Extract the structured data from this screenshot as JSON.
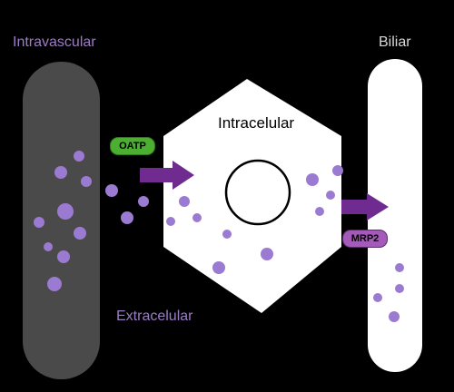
{
  "labels": {
    "intravascular": "Intravascular",
    "intracelular": "Intracelular",
    "extracelular": "Extracelular",
    "biliar": "Biliar"
  },
  "transporters": {
    "oatp": "OATP",
    "mrp2": "MRP2"
  },
  "colors": {
    "background": "#000000",
    "vessel": "#4a4a4a",
    "cell": "#ffffff",
    "bile_duct": "#ffffff",
    "dots": "#9b7ad1",
    "arrows": "#6f2b8f",
    "oatp_badge": "#4caf32",
    "mrp2_badge": "#a45ab8",
    "label_text": "#9a7cc4"
  }
}
